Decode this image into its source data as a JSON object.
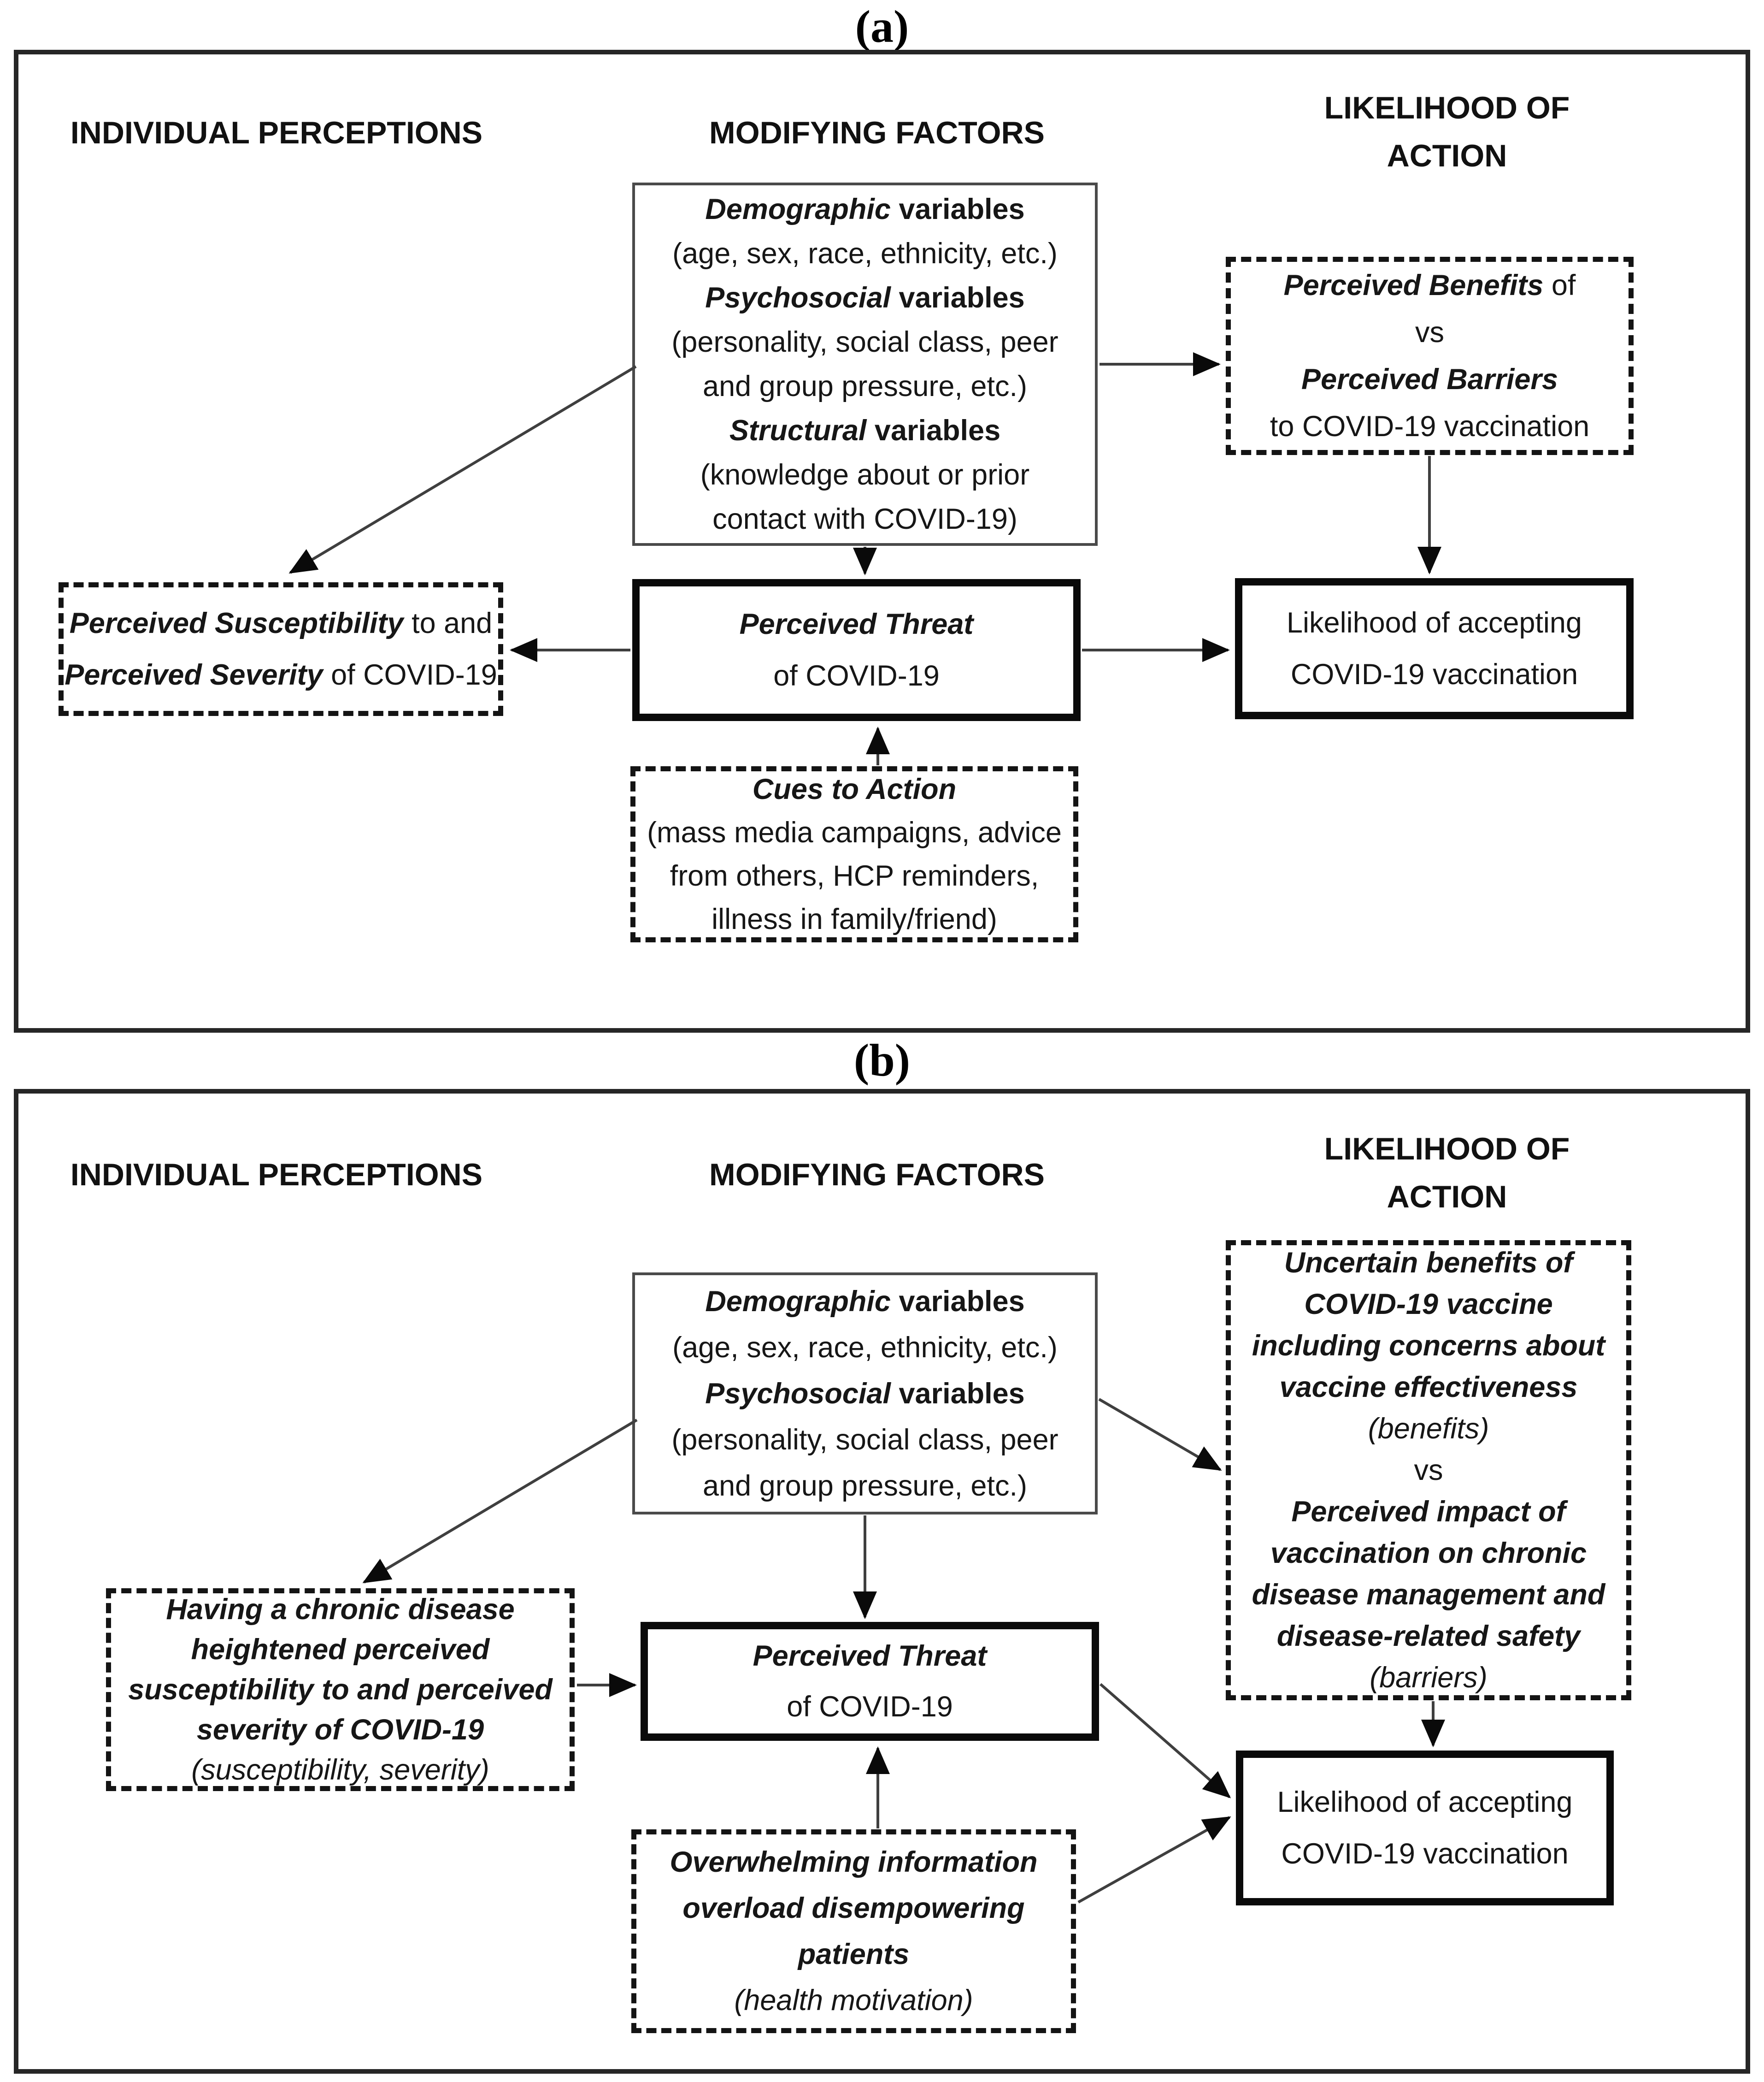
{
  "colors": {
    "background": "#ffffff",
    "text": "#1a1a1a",
    "thin_border": "#4a4a4a",
    "thick_border": "#0a0a0a",
    "dashed_border": "#141414"
  },
  "panel_a": {
    "label": "(a)",
    "headers": {
      "col1": "INDIVIDUAL PERCEPTIONS",
      "col2": "MODIFYING FACTORS",
      "col3_line1": "LIKELIHOOD OF",
      "col3_line2": "ACTION"
    },
    "boxes": {
      "modifying": {
        "lines": [
          [
            {
              "t": "Demographic",
              "b": true,
              "i": true
            },
            {
              "t": " variables",
              "b": true
            }
          ],
          [
            {
              "t": "(age, sex, race, ethnicity, etc.)"
            }
          ],
          [
            {
              "t": "Psychosocial",
              "b": true,
              "i": true
            },
            {
              "t": " variables",
              "b": true
            }
          ],
          [
            {
              "t": "(personality, social class, peer"
            }
          ],
          [
            {
              "t": "and group pressure, etc.)"
            }
          ],
          [
            {
              "t": "Structural",
              "b": true,
              "i": true
            },
            {
              "t": " variables",
              "b": true
            }
          ],
          [
            {
              "t": "(knowledge about or prior"
            }
          ],
          [
            {
              "t": "contact with COVID-19)"
            }
          ]
        ]
      },
      "benefits": {
        "lines": [
          [
            {
              "t": "Perceived Benefits",
              "b": true,
              "i": true
            },
            {
              "t": " of"
            }
          ],
          [
            {
              "t": "vs"
            }
          ],
          [
            {
              "t": "Perceived Barriers",
              "b": true,
              "i": true
            }
          ],
          [
            {
              "t": "to COVID-19 vaccination"
            }
          ]
        ]
      },
      "susceptibility": {
        "lines": [
          [
            {
              "t": "Perceived Susceptibility",
              "b": true,
              "i": true
            },
            {
              "t": " to and"
            }
          ],
          [
            {
              "t": "Perceived Severity",
              "b": true,
              "i": true
            },
            {
              "t": " of COVID-19"
            }
          ]
        ]
      },
      "threat": {
        "lines": [
          [
            {
              "t": "Perceived Threat",
              "b": true,
              "i": true
            }
          ],
          [
            {
              "t": "of COVID-19"
            }
          ]
        ]
      },
      "likelihood": {
        "lines": [
          [
            {
              "t": "Likelihood of accepting"
            }
          ],
          [
            {
              "t": "COVID-19 vaccination"
            }
          ]
        ]
      },
      "cues": {
        "lines": [
          [
            {
              "t": "Cues to Action",
              "b": true,
              "i": true
            }
          ],
          [
            {
              "t": "(mass media campaigns, advice"
            }
          ],
          [
            {
              "t": "from others, HCP reminders,"
            }
          ],
          [
            {
              "t": "illness in family/friend)"
            }
          ]
        ]
      }
    }
  },
  "panel_b": {
    "label": "(b)",
    "headers": {
      "col1": "INDIVIDUAL PERCEPTIONS",
      "col2": "MODIFYING FACTORS",
      "col3_line1": "LIKELIHOOD OF",
      "col3_line2": "ACTION"
    },
    "boxes": {
      "modifying": {
        "lines": [
          [
            {
              "t": "Demographic",
              "b": true,
              "i": true
            },
            {
              "t": " variables",
              "b": true
            }
          ],
          [
            {
              "t": "(age, sex, race, ethnicity, etc.)"
            }
          ],
          [
            {
              "t": "Psychosocial",
              "b": true,
              "i": true
            },
            {
              "t": " variables",
              "b": true
            }
          ],
          [
            {
              "t": "(personality, social class, peer"
            }
          ],
          [
            {
              "t": "and group pressure, etc.)"
            }
          ]
        ]
      },
      "benefits": {
        "lines": [
          [
            {
              "t": "Uncertain benefits of",
              "b": true,
              "i": true
            }
          ],
          [
            {
              "t": "COVID-19 vaccine",
              "b": true,
              "i": true
            }
          ],
          [
            {
              "t": "including concerns about",
              "b": true,
              "i": true
            }
          ],
          [
            {
              "t": "vaccine effectiveness",
              "b": true,
              "i": true
            }
          ],
          [
            {
              "t": "(benefits)",
              "i": true
            }
          ],
          [
            {
              "t": "vs"
            }
          ],
          [
            {
              "t": "Perceived impact of",
              "b": true,
              "i": true
            }
          ],
          [
            {
              "t": "vaccination on chronic",
              "b": true,
              "i": true
            }
          ],
          [
            {
              "t": "disease management and",
              "b": true,
              "i": true
            }
          ],
          [
            {
              "t": "disease-related safety",
              "b": true,
              "i": true
            }
          ],
          [
            {
              "t": "(barriers)",
              "i": true
            }
          ]
        ]
      },
      "chronic": {
        "lines": [
          [
            {
              "t": "Having a chronic disease",
              "b": true,
              "i": true
            }
          ],
          [
            {
              "t": "heightened perceived",
              "b": true,
              "i": true
            }
          ],
          [
            {
              "t": "susceptibility to and perceived",
              "b": true,
              "i": true
            }
          ],
          [
            {
              "t": "severity of COVID-19",
              "b": true,
              "i": true
            }
          ],
          [
            {
              "t": "(susceptibility, severity)",
              "i": true
            }
          ]
        ]
      },
      "threat": {
        "lines": [
          [
            {
              "t": "Perceived Threat",
              "b": true,
              "i": true
            }
          ],
          [
            {
              "t": "of COVID-19"
            }
          ]
        ]
      },
      "likelihood": {
        "lines": [
          [
            {
              "t": "Likelihood of accepting"
            }
          ],
          [
            {
              "t": "COVID-19 vaccination"
            }
          ]
        ]
      },
      "overwhelming": {
        "lines": [
          [
            {
              "t": "Overwhelming information",
              "b": true,
              "i": true
            }
          ],
          [
            {
              "t": "overload disempowering",
              "b": true,
              "i": true
            }
          ],
          [
            {
              "t": "patients",
              "b": true,
              "i": true
            }
          ],
          [
            {
              "t": "(health motivation)",
              "i": true
            }
          ]
        ]
      }
    }
  }
}
